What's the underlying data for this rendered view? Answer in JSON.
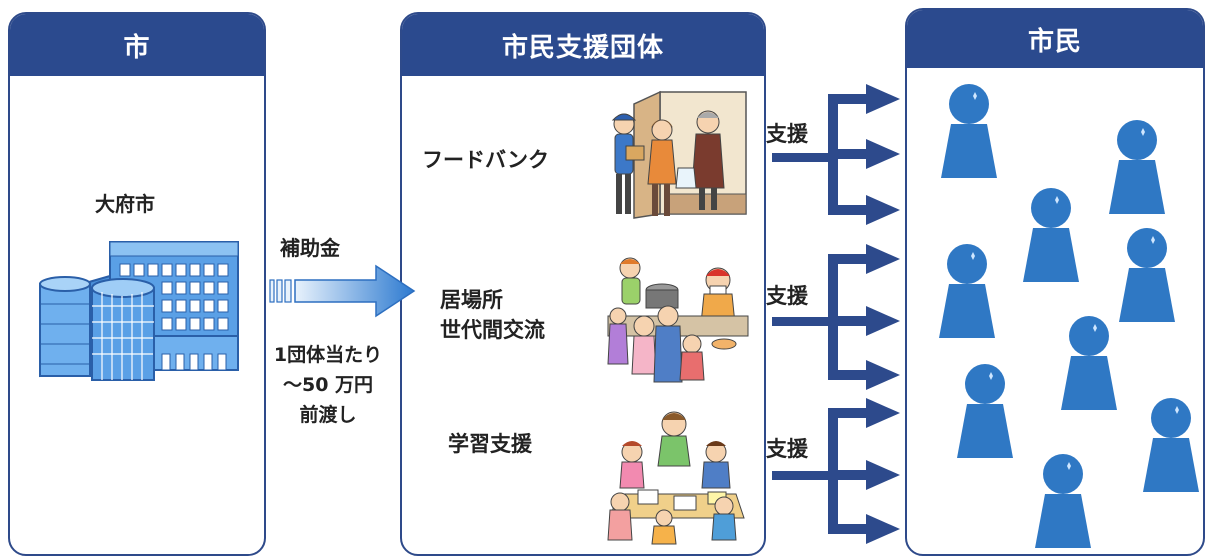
{
  "panels": {
    "city": {
      "title": "市"
    },
    "org": {
      "title": "市民支援団体"
    },
    "citizens": {
      "title": "市民"
    }
  },
  "city": {
    "name": "大府市"
  },
  "subsidy": {
    "label": "補助金",
    "amount_lines": [
      "1団体当たり",
      "～50 万円",
      "前渡し"
    ]
  },
  "orgs": {
    "food_bank": "フードバンク",
    "ibasho_lines": [
      "居場所",
      "世代間交流"
    ],
    "learning": "学習支援"
  },
  "support_label": "支援",
  "colors": {
    "header": "#2b4a8e",
    "arrow": "#2d4a8c",
    "person": "#2f78c4",
    "building": "#4a8fd8"
  }
}
